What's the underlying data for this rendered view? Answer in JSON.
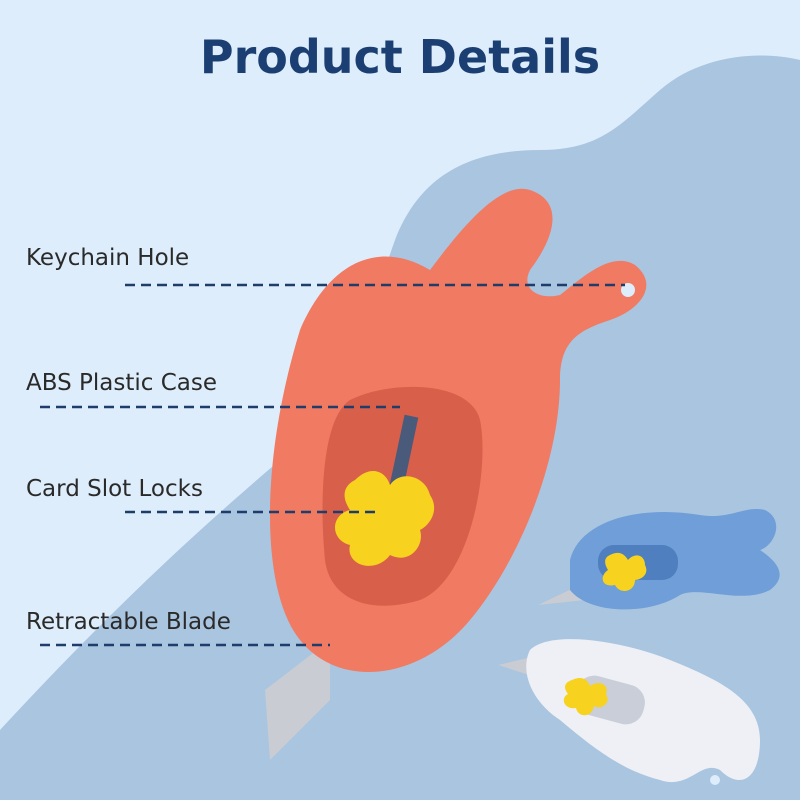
{
  "title": "Product Details",
  "labels": {
    "keychain_hole": "Keychain Hole",
    "abs_plastic_case": "ABS Plastic Case",
    "card_slot_locks": "Card Slot Locks",
    "retractable_blade": "Retractable Blade"
  },
  "colors": {
    "background": "#deedfb",
    "blob": "#a9c5e0",
    "title": "#1b3f73",
    "cutter_orange": "#f07a62",
    "cutter_blue": "#6f9ed8",
    "cutter_white": "#eef0f5",
    "lock_yellow": "#f7d21e"
  }
}
